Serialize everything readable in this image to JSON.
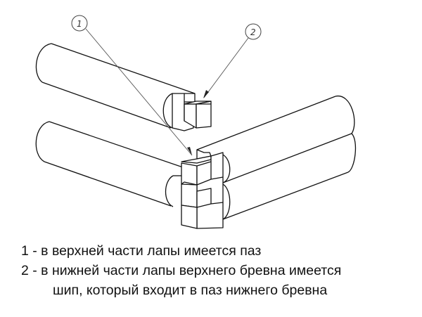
{
  "callouts": [
    {
      "number": "1"
    },
    {
      "number": "2"
    }
  ],
  "legend": {
    "line1": "1 - в верхней части лапы имеется паз",
    "line2": "2 - в нижней части лапы верхнего бревна имеется",
    "line3": "шип, который входит в паз нижнего бревна"
  }
}
